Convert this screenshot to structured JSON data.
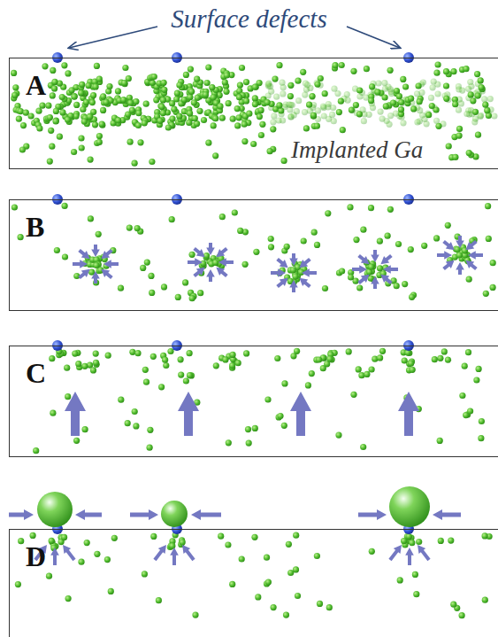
{
  "diagram": {
    "nodes": [
      {
        "text": [
          "A",
          "Implanted Ga"
        ]
      },
      {
        "text": [
          "B"
        ]
      },
      {
        "text": [
          "C"
        ]
      },
      {
        "text": [
          "D"
        ]
      }
    ],
    "labels": [
      "Surface defects"
    ]
  }
}
